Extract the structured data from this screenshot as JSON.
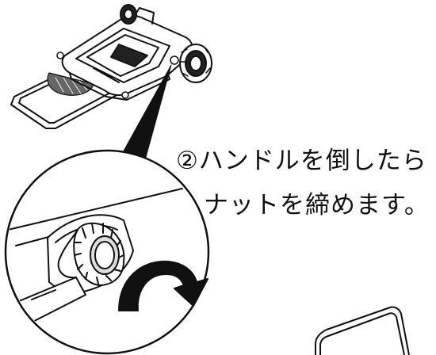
{
  "instruction": {
    "line1": "②ハンドルを倒したら",
    "line2": "ナットを締めます。"
  },
  "colors": {
    "ink": "#111111",
    "paper": "#ffffff",
    "shade": "#cccccc"
  },
  "icons": {
    "sweeper": "sweeper-illustration",
    "nut": "knob-nut-icon",
    "arrow": "clockwise-rotate-arrow-icon"
  }
}
